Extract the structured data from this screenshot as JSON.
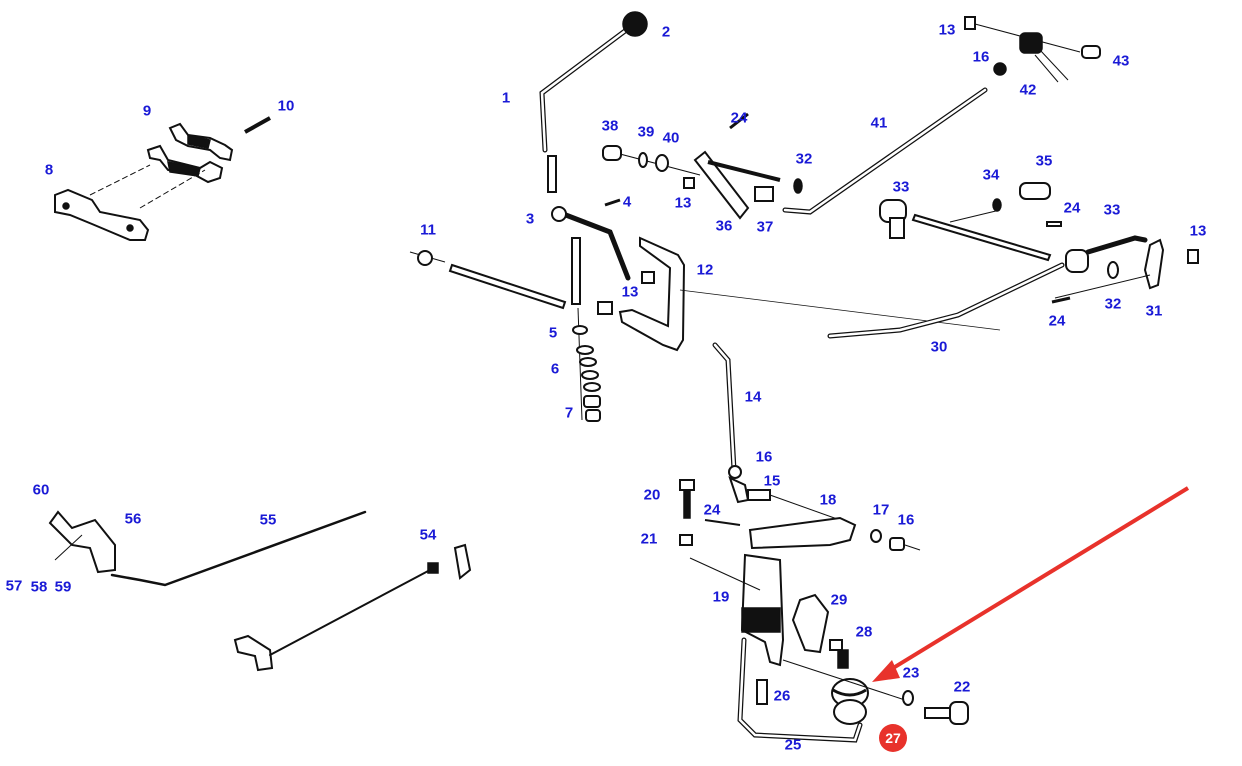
{
  "diagram": {
    "title": "Gear shift lever linkage - exploded parts diagram",
    "label_color": "#1a1ad6",
    "highlight_color": "#e8322b",
    "arrow_color": "#e8322b",
    "highlighted_part": "27",
    "labels": [
      {
        "id": "1",
        "text": "1"
      },
      {
        "id": "2",
        "text": "2"
      },
      {
        "id": "3",
        "text": "3"
      },
      {
        "id": "4",
        "text": "4"
      },
      {
        "id": "5",
        "text": "5"
      },
      {
        "id": "6",
        "text": "6"
      },
      {
        "id": "7",
        "text": "7"
      },
      {
        "id": "8",
        "text": "8"
      },
      {
        "id": "9",
        "text": "9"
      },
      {
        "id": "10",
        "text": "10"
      },
      {
        "id": "11",
        "text": "11"
      },
      {
        "id": "12",
        "text": "12"
      },
      {
        "id": "13a",
        "text": "13"
      },
      {
        "id": "13b",
        "text": "13"
      },
      {
        "id": "13c",
        "text": "13"
      },
      {
        "id": "13d",
        "text": "13"
      },
      {
        "id": "14",
        "text": "14"
      },
      {
        "id": "15",
        "text": "15"
      },
      {
        "id": "16a",
        "text": "16"
      },
      {
        "id": "16b",
        "text": "16"
      },
      {
        "id": "16c",
        "text": "16"
      },
      {
        "id": "17",
        "text": "17"
      },
      {
        "id": "18",
        "text": "18"
      },
      {
        "id": "19",
        "text": "19"
      },
      {
        "id": "20",
        "text": "20"
      },
      {
        "id": "21",
        "text": "21"
      },
      {
        "id": "22",
        "text": "22"
      },
      {
        "id": "23",
        "text": "23"
      },
      {
        "id": "24a",
        "text": "24"
      },
      {
        "id": "24b",
        "text": "24"
      },
      {
        "id": "24c",
        "text": "24"
      },
      {
        "id": "24d",
        "text": "24"
      },
      {
        "id": "25",
        "text": "25"
      },
      {
        "id": "26",
        "text": "26"
      },
      {
        "id": "27",
        "text": "27"
      },
      {
        "id": "28",
        "text": "28"
      },
      {
        "id": "29",
        "text": "29"
      },
      {
        "id": "30",
        "text": "30"
      },
      {
        "id": "31",
        "text": "31"
      },
      {
        "id": "32a",
        "text": "32"
      },
      {
        "id": "32b",
        "text": "32"
      },
      {
        "id": "33a",
        "text": "33"
      },
      {
        "id": "33b",
        "text": "33"
      },
      {
        "id": "34",
        "text": "34"
      },
      {
        "id": "35",
        "text": "35"
      },
      {
        "id": "36",
        "text": "36"
      },
      {
        "id": "37",
        "text": "37"
      },
      {
        "id": "38",
        "text": "38"
      },
      {
        "id": "39",
        "text": "39"
      },
      {
        "id": "40",
        "text": "40"
      },
      {
        "id": "41",
        "text": "41"
      },
      {
        "id": "42",
        "text": "42"
      },
      {
        "id": "43",
        "text": "43"
      },
      {
        "id": "54",
        "text": "54"
      },
      {
        "id": "55",
        "text": "55"
      },
      {
        "id": "56",
        "text": "56"
      },
      {
        "id": "57",
        "text": "57"
      },
      {
        "id": "58",
        "text": "58"
      },
      {
        "id": "59",
        "text": "59"
      },
      {
        "id": "60",
        "text": "60"
      }
    ]
  }
}
